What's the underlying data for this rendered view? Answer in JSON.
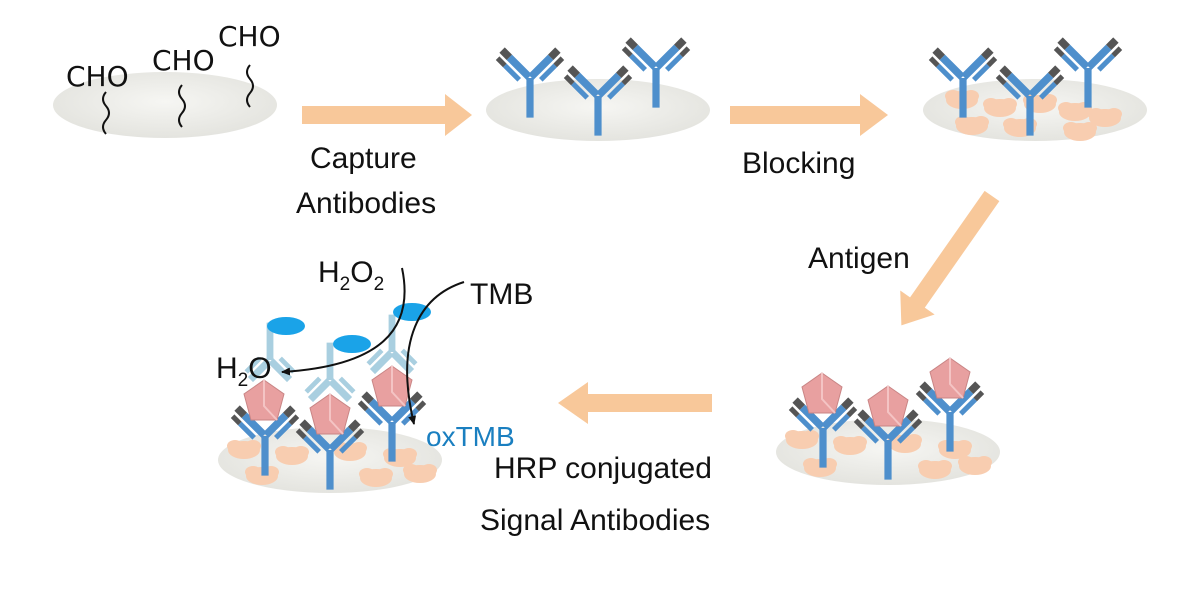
{
  "labels": {
    "cho_1": "CHO",
    "cho_2": "CHO",
    "cho_3": "CHO",
    "capture_line1": "Capture",
    "capture_line2": "Antibodies",
    "blocking": "Blocking",
    "antigen": "Antigen",
    "hrp_line1": "HRP conjugated",
    "hrp_line2": "Signal Antibodies",
    "h2o2_h": "H",
    "h2o2_sub1": "2",
    "h2o2_o": "O",
    "h2o2_sub2": "2",
    "tmb": "TMB",
    "h2o_h": "H",
    "h2o_sub": "2",
    "h2o_o": "O",
    "oxtmb": "oxTMB"
  },
  "colors": {
    "arrow": "#f8c89a",
    "antibody": "#4e8fcc",
    "antibody_tip": "#555555",
    "antibody_faded": "#a9cfe0",
    "antigen": "#e8a0a0",
    "blocking_protein": "#f8cdb0",
    "surface": "#eeeeea",
    "hrp": "#1aa3e8",
    "oxtmb_text": "#1a7fc0"
  },
  "icons": [
    "orange-arrow-icon",
    "antibody-icon",
    "antigen-pentagon-icon",
    "blocking-protein-icon",
    "hrp-ellipse-icon"
  ]
}
